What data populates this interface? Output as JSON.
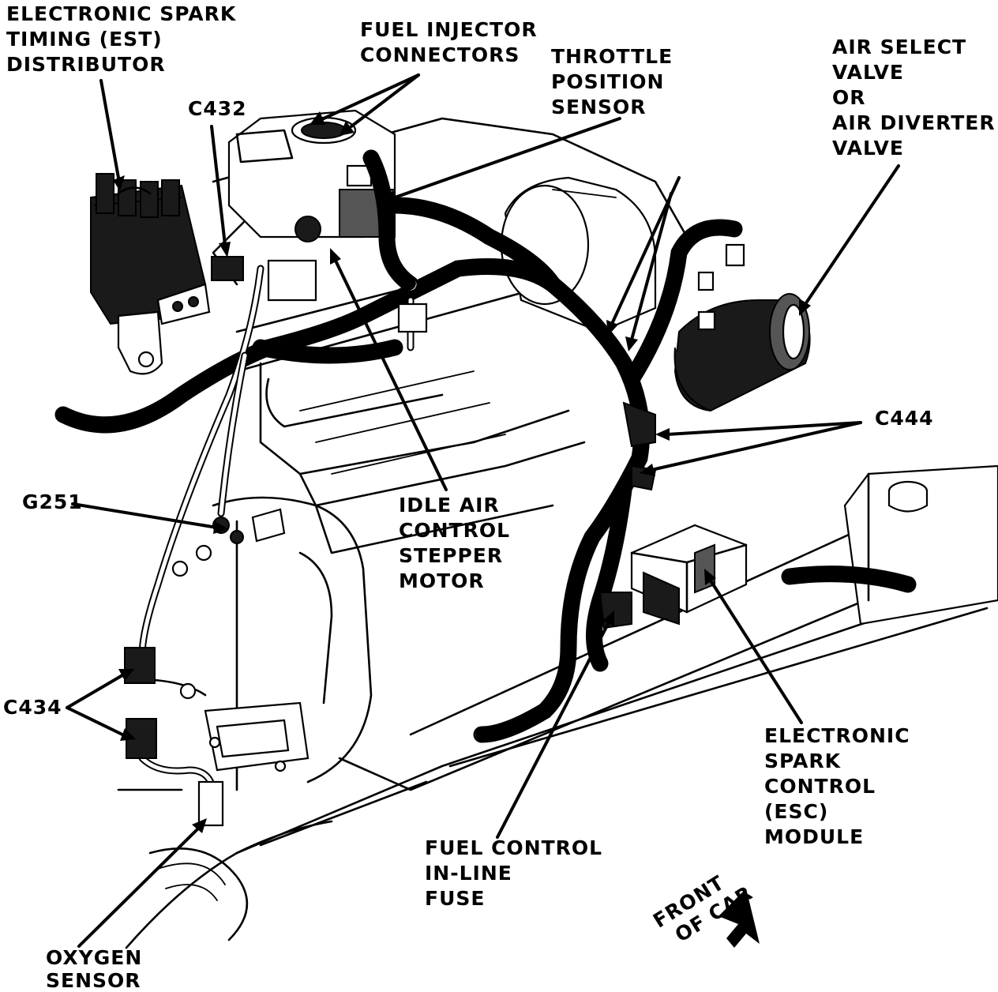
{
  "labels": {
    "est_distributor": [
      "ELECTRONIC SPARK",
      "TIMING (EST)",
      "DISTRIBUTOR"
    ],
    "fuel_injector_connectors": [
      "FUEL INJECTOR",
      "CONNECTORS"
    ],
    "throttle_position_sensor": [
      "THROTTLE",
      "POSITION",
      "SENSOR"
    ],
    "air_select_valve": [
      "AIR SELECT",
      "VALVE",
      "OR",
      "AIR DIVERTER",
      "VALVE"
    ],
    "c432": [
      "C432"
    ],
    "c444": [
      "C444"
    ],
    "g251": [
      "G251"
    ],
    "idle_air_control": [
      "IDLE AIR",
      "CONTROL",
      "STEPPER",
      "MOTOR"
    ],
    "c434": [
      "C434"
    ],
    "esc_module": [
      "ELECTRONIC",
      "SPARK",
      "CONTROL",
      "(ESC)",
      "MODULE"
    ],
    "fuel_control_fuse": [
      "FUEL CONTROL",
      "IN-LINE",
      "FUSE"
    ],
    "oxygen_sensor": [
      "OXYGEN",
      "SENSOR"
    ],
    "front_of_car": [
      "FRONT",
      "OF CAR"
    ]
  },
  "colors": {
    "ink": "#000000",
    "paper": "#ffffff",
    "shade": "#555555"
  }
}
